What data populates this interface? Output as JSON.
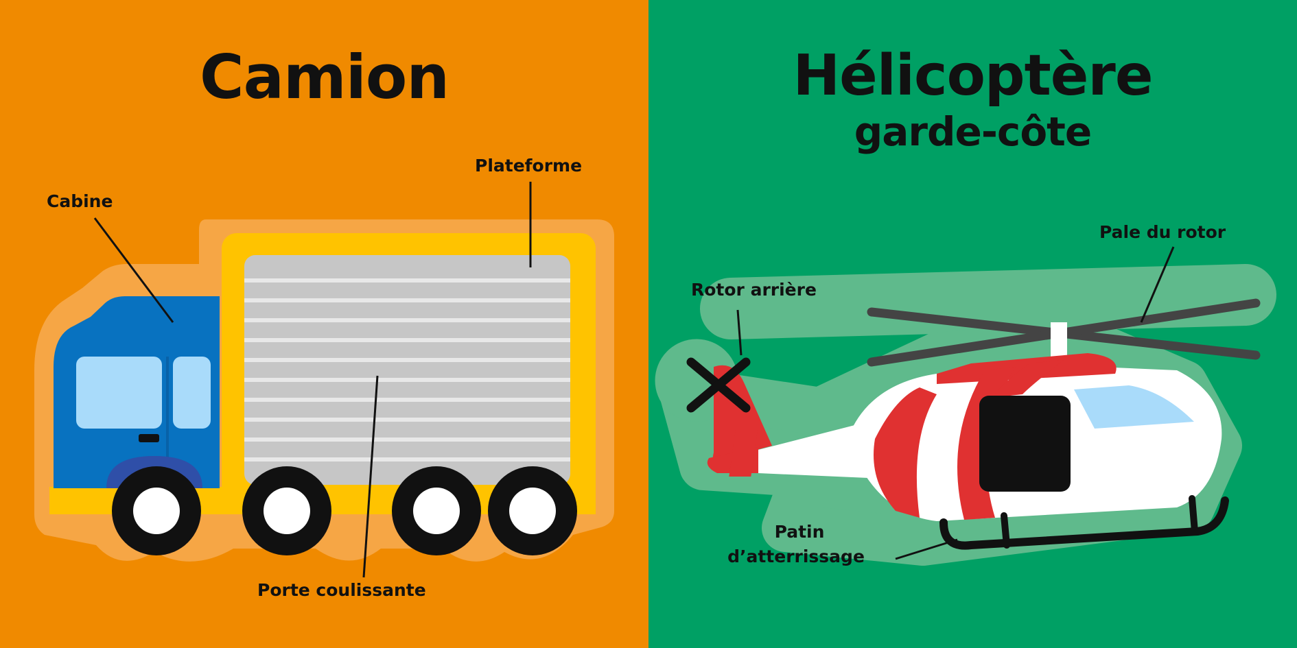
{
  "colors": {
    "orange_bg": "#F08A00",
    "green_bg": "#00A064",
    "truck_outline": "#F6A645",
    "truck_yellow": "#FFC300",
    "truck_blue": "#0872C0",
    "window_blue": "#A9DBFA",
    "door_grey": "#C6C6C6",
    "heli_outline": "#5FBA8C",
    "heli_red": "#E03131",
    "heli_white": "#FFFFFF",
    "line_black": "#111111"
  },
  "truck": {
    "title": "Camion",
    "labels": {
      "cabin": "Cabine",
      "platform": "Plateforme",
      "sliding_door": "Porte coulissante"
    }
  },
  "helicopter": {
    "title_line1": "Hélicoptère",
    "title_line2": "garde-côte",
    "labels": {
      "rotor_blade": "Pale du rotor",
      "tail_rotor": "Rotor arrière",
      "skid_line1": "Patin",
      "skid_line2": "d’atterrissage"
    }
  }
}
